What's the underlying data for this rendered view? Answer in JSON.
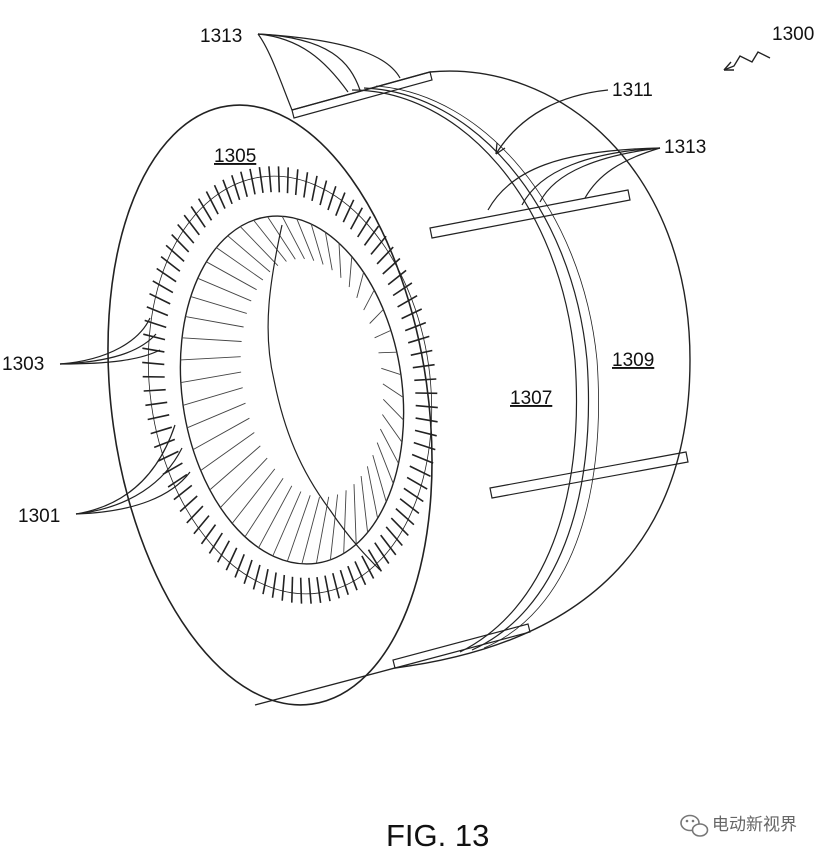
{
  "figure": {
    "reference_numerals": {
      "assembly": "1300",
      "band_1313_top": "1313",
      "band_1313_right": "1313",
      "groove_1311": "1311",
      "end_face_1305": "1305",
      "teeth_1303": "1303",
      "slots_1301": "1301",
      "segment_1307": "1307",
      "segment_1309": "1309"
    },
    "caption": "FIG. 13"
  },
  "watermark": {
    "text": "电动新视界",
    "icon": "wechat-icon"
  },
  "colors": {
    "line": "#222222",
    "background": "#ffffff"
  }
}
